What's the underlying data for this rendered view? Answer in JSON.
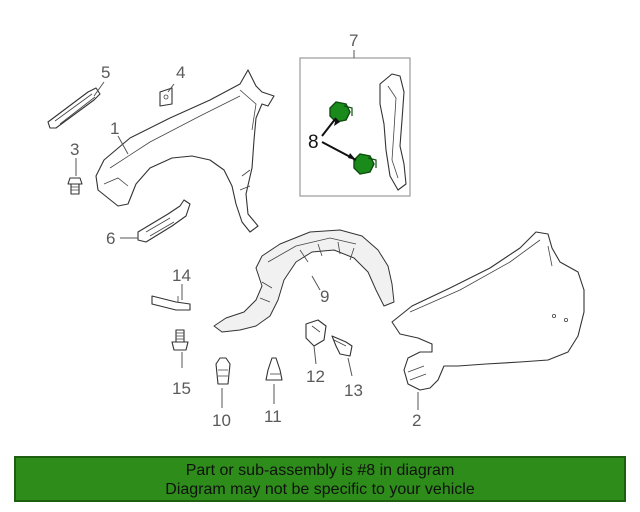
{
  "colors": {
    "highlight_fill": "#1a8a1a",
    "highlight_dark": "#0d4d0d",
    "banner_bg": "#2d8c1a",
    "inset_border": "#999999"
  },
  "callouts": {
    "c1": "1",
    "c2": "2",
    "c3": "3",
    "c4": "4",
    "c5": "5",
    "c6": "6",
    "c7": "7",
    "c8": "8",
    "c9": "9",
    "c10": "10",
    "c11": "11",
    "c12": "12",
    "c13": "13",
    "c14": "14",
    "c15": "15"
  },
  "banner": {
    "line1": "Part or sub-assembly is #8 in diagram",
    "line2": "Diagram may not be specific to your vehicle"
  }
}
